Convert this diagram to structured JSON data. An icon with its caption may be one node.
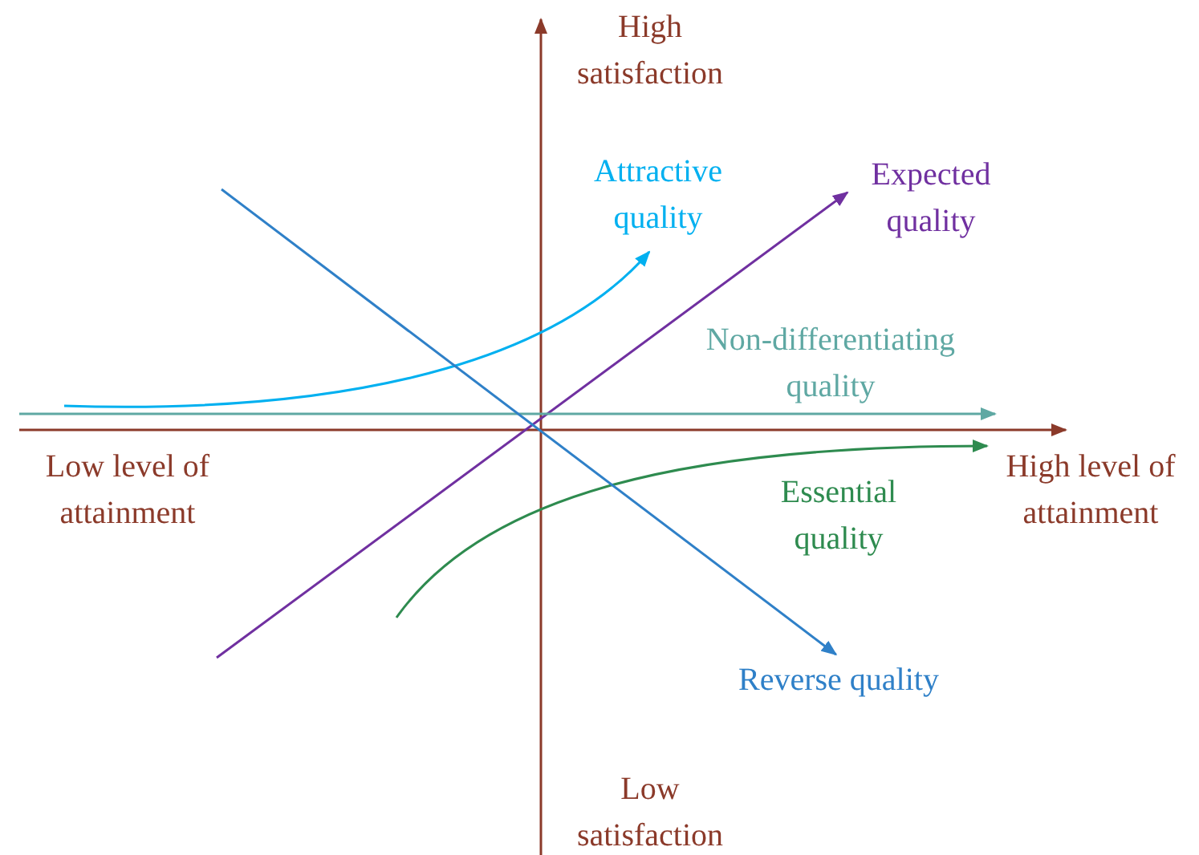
{
  "diagram": {
    "nodes": [
      {
        "text": [
          "Attractive quality"
        ]
      },
      {
        "text": [
          "Expected quality"
        ]
      },
      {
        "text": [
          "Non-differentiating quality"
        ]
      },
      {
        "text": [
          "Essential quality"
        ]
      },
      {
        "text": [
          "Reverse quality"
        ]
      }
    ],
    "edges": [
      {
        "from": null,
        "to": 0,
        "arrow": "to",
        "color": "#00b0f0"
      },
      {
        "from": null,
        "to": 1,
        "arrow": "to",
        "color": "#7030a0"
      },
      {
        "from": null,
        "to": 2,
        "arrow": "to",
        "color": "#5fa8a3"
      },
      {
        "from": null,
        "to": 3,
        "arrow": "to",
        "color": "#2e8b4f"
      },
      {
        "from": null,
        "to": 4,
        "arrow": "to",
        "color": "#2f80c8"
      }
    ],
    "labels": [
      "High satisfaction",
      "Low level of attainment",
      "High level of attainment",
      "Low satisfaction"
    ]
  }
}
